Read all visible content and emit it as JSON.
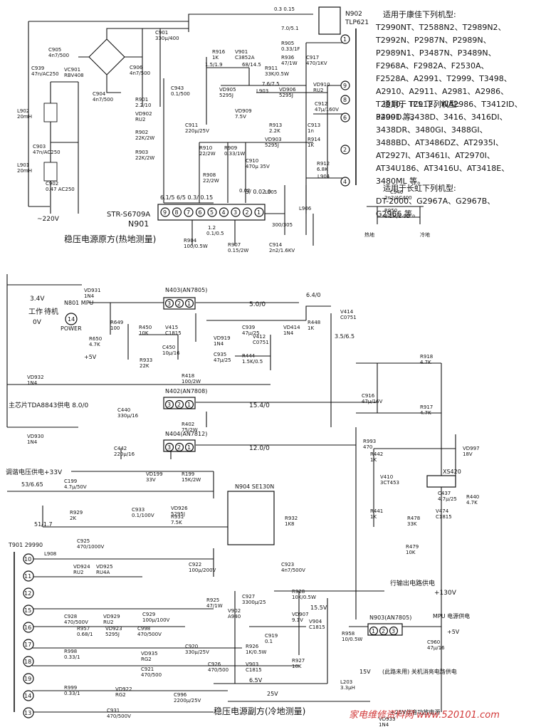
{
  "top_diagram": {
    "title": "稳压电源原方(热地测量)",
    "ic_name": "N901",
    "ic_part": "STR-S6709A",
    "ic_pins": [
      "9",
      "8",
      "7",
      "6",
      "5",
      "4",
      "3",
      "2",
      "1"
    ],
    "pin_voltages": "6.1/5  6/5  0.3/  0.15",
    "pin_voltages2": "3/ 0.02 0",
    "opto": {
      "name": "N902",
      "part": "TLP621",
      "v1": "0.3 0.15",
      "v2": "7.0/5.1"
    },
    "components": [
      {
        "ref": "C905",
        "val": "4n7/500"
      },
      {
        "ref": "C939",
        "val": "47n/AC250"
      },
      {
        "ref": "VC901",
        "val": "RBV408"
      },
      {
        "ref": "C901",
        "val": "330μ/400"
      },
      {
        "ref": "C906",
        "val": "4n7/500"
      },
      {
        "ref": "C904",
        "val": "4n7/500"
      },
      {
        "ref": "L902",
        "val": "20mH"
      },
      {
        "ref": "C903",
        "val": "47n/AC250"
      },
      {
        "ref": "L901",
        "val": "20mH"
      },
      {
        "ref": "C902",
        "val": "0.47 AC250"
      },
      {
        "ref": "R901",
        "val": "2.2/10"
      },
      {
        "ref": "VD902",
        "val": "RU2"
      },
      {
        "ref": "R902",
        "val": "22K/2W"
      },
      {
        "ref": "R903",
        "val": "22K/2W"
      },
      {
        "ref": "C943",
        "val": "0.1/500"
      },
      {
        "ref": "R916",
        "val": "1K"
      },
      {
        "ref": "V901",
        "val": "C3852A"
      },
      {
        "ref": "R905",
        "val": "0.33/1F"
      },
      {
        "ref": "R936",
        "val": "47/1W"
      },
      {
        "ref": "R911",
        "val": "33K/0.5W"
      },
      {
        "ref": "C917",
        "val": "470/1KV"
      },
      {
        "ref": "VD905",
        "val": "5295J"
      },
      {
        "ref": "L903",
        "val": ""
      },
      {
        "ref": "VD906",
        "val": "5295J"
      },
      {
        "ref": "VD910",
        "val": "RU2"
      },
      {
        "ref": "VD909",
        "val": "7.5V"
      },
      {
        "ref": "C912",
        "val": "47μ/160V"
      },
      {
        "ref": "C911",
        "val": "220μ/25V"
      },
      {
        "ref": "R913",
        "val": "2.2K"
      },
      {
        "ref": "C913",
        "val": "1n"
      },
      {
        "ref": "R910",
        "val": "22/2W"
      },
      {
        "ref": "R909",
        "val": "0.33/1W"
      },
      {
        "ref": "VD903",
        "val": "5295J"
      },
      {
        "ref": "R914",
        "val": "1K"
      },
      {
        "ref": "R908",
        "val": "22/2W"
      },
      {
        "ref": "C910",
        "val": "470μ 35V"
      },
      {
        "ref": "R912",
        "val": "6.8K"
      },
      {
        "ref": "L904",
        "val": ""
      },
      {
        "ref": "L905",
        "val": ""
      },
      {
        "ref": "L906",
        "val": ""
      },
      {
        "ref": "R904",
        "val": "100/0.5W"
      },
      {
        "ref": "R907",
        "val": "0.15/2W"
      },
      {
        "ref": "C914",
        "val": "2n2/1.6KV"
      }
    ],
    "volt_labels": [
      "1.5/1.9",
      "68/14.5",
      "7.6/7.5",
      "1.2",
      "0.02",
      "300/305",
      "0.1/0.5"
    ],
    "input_voltage": "~220V",
    "aux_labels": [
      "C940",
      "2n2/AC400",
      "R950",
      "8.2M/1-92",
      "热地",
      "冷地"
    ]
  },
  "notes": [
    {
      "title": "适用于康佳下列机型:",
      "body": "T2990NT、T2588N2、T2989N2、T2992N、P2987N、P2989N、P2989N1、P3487N、P3489N、F2968A、F2982A、F2530A、F2528A、A2991、T2999、T3498、A2910、A2911、A2981、A2986、T2910、T2912、WA2986、T3412ID、P2901 等。"
    },
    {
      "title": "适用于 TCL 下列机型:",
      "body": "3409D、3438D、3416、3416DI、3438DR、3480GI、3488GI、3488BD、AT3486DZ、AT2935I、AT2927I、AT3461I、AT2970I、AT34U186、AT3416U、AT3418E、3480ML 等。"
    },
    {
      "title": "适用于长虹下列机型:",
      "body": "DT-2000、G2967A、G2967B、G2966 等。"
    }
  ],
  "bottom_diagram": {
    "title": "稳压电源副方(冷地测量)",
    "regulators": [
      {
        "ref": "N403",
        "part": "(AN7805)",
        "pins": [
          "3",
          "2",
          "1"
        ],
        "vout": "5.0/0"
      },
      {
        "ref": "N402",
        "part": "(AN7808)",
        "pins": [
          "3",
          "2",
          "1"
        ],
        "vout": "15.4/0"
      },
      {
        "ref": "N404",
        "part": "(AN7812)",
        "pins": [
          "3",
          "2",
          "1"
        ],
        "vout": "12.0/0"
      },
      {
        "ref": "N903",
        "part": "(AN7805)",
        "pins": [
          "1",
          "2",
          "3"
        ],
        "vout": ""
      }
    ],
    "labels": {
      "v34": "3.4V",
      "work": "工作",
      "standby": "待机",
      "v0": "0V",
      "mpu": "N801 MPU",
      "pin14": "14",
      "power": "POWER",
      "plus5": "+5V",
      "main_ic": "主芯片TDA8843供电 8.0/0",
      "tune": "调谐电压供电+33V",
      "line_out": "行输出电路供电",
      "v130": "+130V",
      "mpu_supply": "MPU 电源供电",
      "plus5b": "+5V",
      "mute": "(此路未用) 关机消亮电路供电",
      "v15": "15V",
      "v25": "25V",
      "audio": "+25V伴音功放电源",
      "v64": "6.4/0",
      "v35": "3.5/6.5",
      "v53": "53/6.65",
      "v51": "51/1.7",
      "v155": "15.5V",
      "v65": "6.5V",
      "xs420": "XS420",
      "n904": "N904 SE130N",
      "t901": "T901 29990"
    },
    "components": [
      {
        "ref": "VD931",
        "val": "1N4"
      },
      {
        "ref": "R649",
        "val": "100"
      },
      {
        "ref": "R650",
        "val": "4.7K"
      },
      {
        "ref": "R450",
        "val": "10K"
      },
      {
        "ref": "V415",
        "val": "C1815"
      },
      {
        "ref": "VD919",
        "val": "1N4"
      },
      {
        "ref": "C450",
        "val": "10μ/16"
      },
      {
        "ref": "C935",
        "val": "47μ/25"
      },
      {
        "ref": "C939",
        "val": "47μ/25"
      },
      {
        "ref": "VD414",
        "val": "1N4"
      },
      {
        "ref": "R448",
        "val": "1K"
      },
      {
        "ref": "V414",
        "val": "C0751"
      },
      {
        "ref": "R444",
        "val": "1.5K/0.5"
      },
      {
        "ref": "V412",
        "val": "C0751"
      },
      {
        "ref": "R933",
        "val": "22K"
      },
      {
        "ref": "VD932",
        "val": "1N4"
      },
      {
        "ref": "R418",
        "val": "100/2W"
      },
      {
        "ref": "C440",
        "val": "330μ/16"
      },
      {
        "ref": "R402",
        "val": "75/2W"
      },
      {
        "ref": "VD930",
        "val": "1N4"
      },
      {
        "ref": "C442",
        "val": "220μ/16"
      },
      {
        "ref": "R918",
        "val": "4.7K"
      },
      {
        "ref": "C916",
        "val": "47μ/16V"
      },
      {
        "ref": "R917",
        "val": "4.7K"
      },
      {
        "ref": "C199",
        "val": "4.7μ/50V"
      },
      {
        "ref": "VD199",
        "val": "33V"
      },
      {
        "ref": "R199",
        "val": "15K/2W"
      },
      {
        "ref": "R993",
        "val": "470"
      },
      {
        "ref": "VD997",
        "val": "18V"
      },
      {
        "ref": "R442",
        "val": "1K"
      },
      {
        "ref": "V410",
        "val": "3CT453"
      },
      {
        "ref": "C437",
        "val": "4.7μ/25"
      },
      {
        "ref": "R440",
        "val": "4.7K"
      },
      {
        "ref": "R441",
        "val": "1K"
      },
      {
        "ref": "R478",
        "val": "33K"
      },
      {
        "ref": "R479",
        "val": "10K"
      },
      {
        "ref": "V474",
        "val": "C1815"
      },
      {
        "ref": "R929",
        "val": "2K"
      },
      {
        "ref": "C933",
        "val": "0.1/100V"
      },
      {
        "ref": "R931",
        "val": "7.5K"
      },
      {
        "ref": "VD926",
        "val": "5295J"
      },
      {
        "ref": "R932",
        "val": "1K8"
      },
      {
        "ref": "C925",
        "val": "470/1000V"
      },
      {
        "ref": "L908",
        "val": ""
      },
      {
        "ref": "VD924",
        "val": "RU2"
      },
      {
        "ref": "VD925",
        "val": "RU4A"
      },
      {
        "ref": "C922",
        "val": "100μ/200V"
      },
      {
        "ref": "C923",
        "val": "4n7/500V"
      },
      {
        "ref": "C928",
        "val": "470/500V"
      },
      {
        "ref": "VD929",
        "val": "RU2"
      },
      {
        "ref": "C929",
        "val": "100μ/100V"
      },
      {
        "ref": "R925",
        "val": "47/1W"
      },
      {
        "ref": "C927",
        "val": "3300μ/25"
      },
      {
        "ref": "R928",
        "val": "10K/0.5W"
      },
      {
        "ref": "R957",
        "val": "0.68/1"
      },
      {
        "ref": "VD923",
        "val": "5295J"
      },
      {
        "ref": "C998",
        "val": "470/500V"
      },
      {
        "ref": "V902",
        "val": "A940"
      },
      {
        "ref": "VD907",
        "val": "9.1V"
      },
      {
        "ref": "C919",
        "val": "0.1"
      },
      {
        "ref": "V904",
        "val": "C1815"
      },
      {
        "ref": "R926",
        "val": "1K/0.5W"
      },
      {
        "ref": "R958",
        "val": "10/0.5W"
      },
      {
        "ref": "C960",
        "val": "47μ/16"
      },
      {
        "ref": "R998",
        "val": "0.33/1"
      },
      {
        "ref": "VD935",
        "val": "RG2"
      },
      {
        "ref": "C920",
        "val": "330μ/25V"
      },
      {
        "ref": "C921",
        "val": "470/500"
      },
      {
        "ref": "C926",
        "val": "470/500"
      },
      {
        "ref": "V903",
        "val": "C1815"
      },
      {
        "ref": "R927",
        "val": "10K"
      },
      {
        "ref": "R999",
        "val": "0.33/1"
      },
      {
        "ref": "VD922",
        "val": "RG2"
      },
      {
        "ref": "C931",
        "val": "470/500V"
      },
      {
        "ref": "C996",
        "val": "2200μ/25V"
      },
      {
        "ref": "L203",
        "val": "3.3μH"
      },
      {
        "ref": "VD933",
        "val": "1N4"
      }
    ],
    "transformer_pins": [
      "10",
      "11",
      "12",
      "15",
      "16",
      "17",
      "18",
      "19",
      "14",
      "13"
    ]
  },
  "watermark": "家电维修资料网 www.520101.com"
}
